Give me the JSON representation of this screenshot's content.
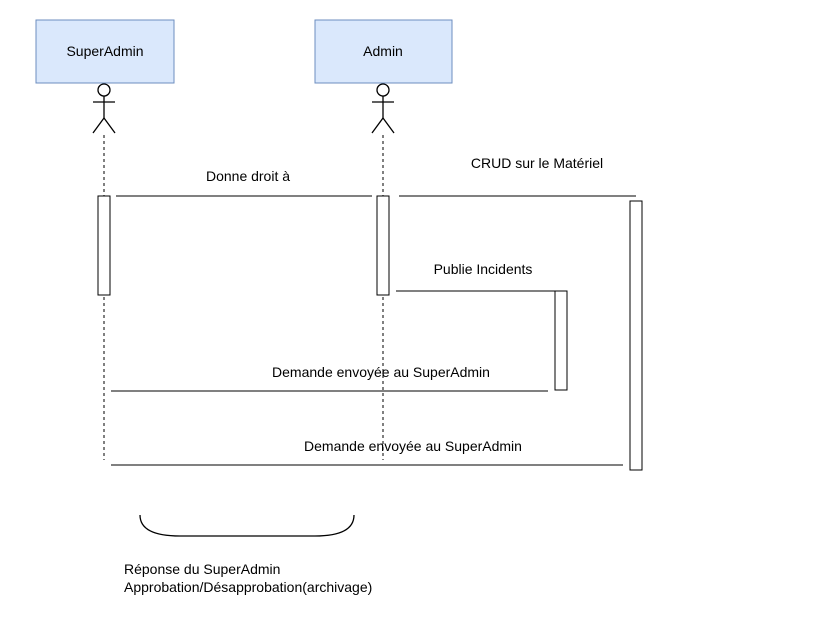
{
  "actors": [
    {
      "label": "SuperAdmin"
    },
    {
      "label": "Admin"
    }
  ],
  "messages": [
    {
      "label": "Donne droit à"
    },
    {
      "label": "CRUD sur le Matériel"
    },
    {
      "label": "Publie Incidents"
    },
    {
      "label": "Demande envoyée au SuperAdmin"
    },
    {
      "label": "Demande envoyée au SuperAdmin"
    }
  ],
  "note": {
    "line1": "Réponse du SuperAdmin",
    "line2": "Approbation/Désapprobation(archivage)"
  },
  "colors": {
    "actor_fill": "#dae8fc",
    "actor_stroke": "#6c8ebf",
    "line": "#000000"
  }
}
